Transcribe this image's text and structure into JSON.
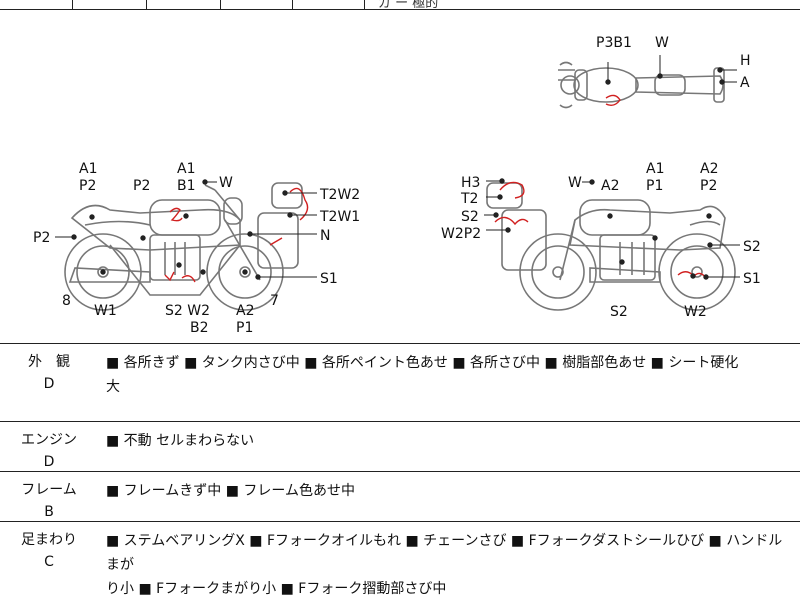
{
  "header": {
    "truncated_text": "ガ ー 極的"
  },
  "diagram": {
    "top_view_labels": {
      "p3b1": "P3B1",
      "w": "W",
      "h": "H",
      "a": "A"
    },
    "left_view_labels": {
      "a1_front": "A1",
      "p2_front": "P2",
      "p2_tank": "P2",
      "p2_rear": "P2",
      "a1_top": "A1",
      "b1_top": "B1",
      "w_top": "W",
      "t2w2": "T2W2",
      "t2w1": "T2W1",
      "n": "N",
      "s1": "S1",
      "num8": "8",
      "w1": "W1",
      "s2w2": "S2 W2",
      "b2": "B2",
      "a2": "A2",
      "p1": "P1",
      "num7": "7"
    },
    "right_view_labels": {
      "h3": "H3",
      "t2": "T2",
      "s2": "S2",
      "w2p2": "W2P2",
      "w": "W",
      "a2_front": "A2",
      "a1": "A1",
      "p1": "P1",
      "a2_rear": "A2",
      "p2_rear": "P2",
      "s2_right": "S2",
      "s1": "S1",
      "s2_bottom": "S2",
      "w2_bottom": "W2"
    },
    "annotation_color": "#d12020"
  },
  "sections": [
    {
      "category": "外　観",
      "grade": "D",
      "lines": [
        "■ 各所きず ■ タンク内さび中 ■ 各所ペイント色あせ ■ 各所さび中 ■ 樹脂部色あせ ■ シート硬化",
        "大"
      ]
    },
    {
      "category": "エンジン",
      "grade": "D",
      "lines": [
        "■ 不動 セルまわらない"
      ]
    },
    {
      "category": "フレーム",
      "grade": "B",
      "lines": [
        "■ フレームきず中 ■ フレーム色あせ中"
      ]
    },
    {
      "category": "足まわり",
      "grade": "C",
      "lines": [
        "■ ステムベアリングX ■ Fフォークオイルもれ ■ チェーンさび ■ Fフォークダストシールひび ■ ハンドルまが",
        "り小 ■ Fフォークまがり小 ■ Fフォーク摺動部さび中"
      ]
    }
  ]
}
